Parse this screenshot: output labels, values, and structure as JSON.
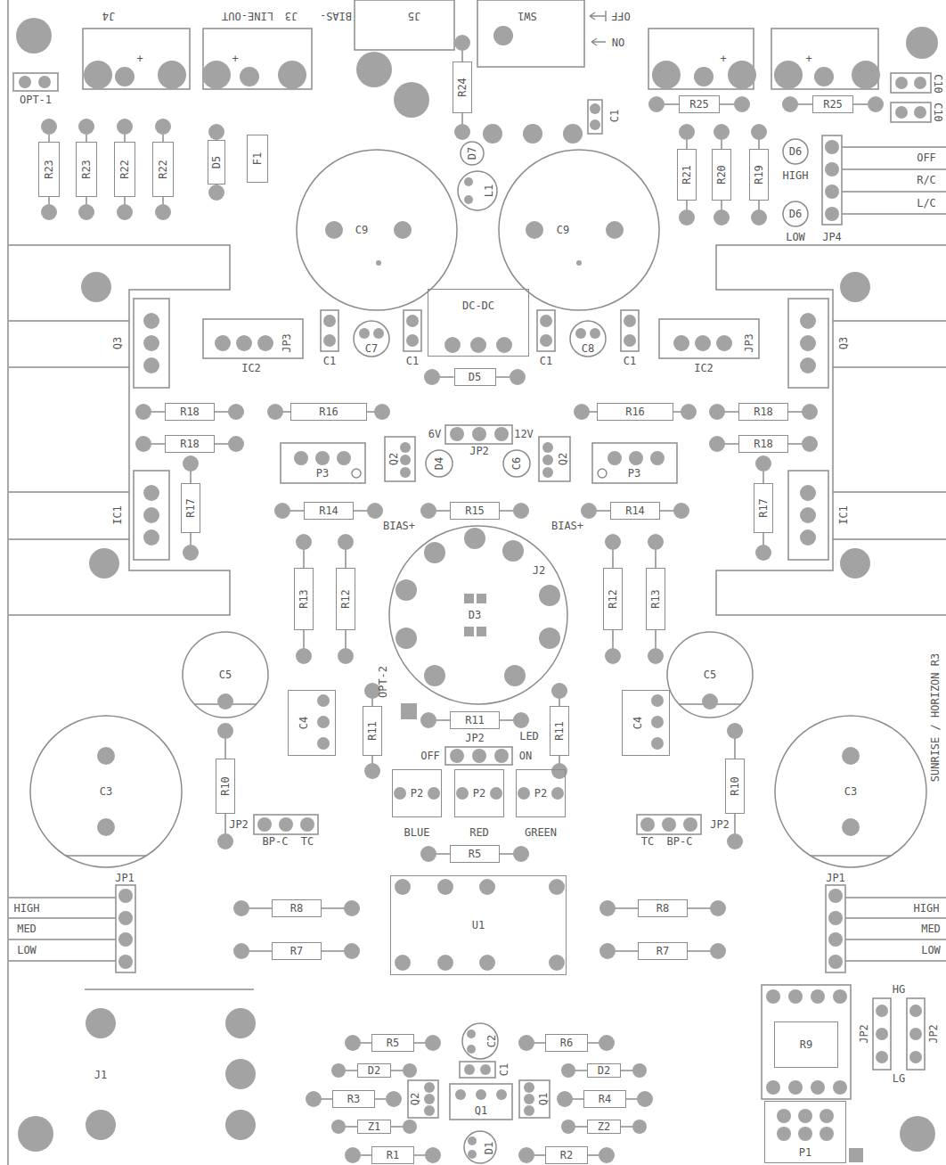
{
  "diagram": {
    "nodes": [
      {
        "text": [
          "R25"
        ]
      },
      {
        "text": [
          "R25"
        ]
      },
      {
        "text": [
          "R23"
        ]
      },
      {
        "text": [
          "R23"
        ]
      },
      {
        "text": [
          "R22"
        ]
      },
      {
        "text": [
          "R22"
        ]
      },
      {
        "text": [
          "D5"
        ]
      },
      {
        "text": [
          "F1"
        ]
      },
      {
        "text": [
          "R24"
        ]
      },
      {
        "text": [
          "R21"
        ]
      },
      {
        "text": [
          "R20"
        ]
      },
      {
        "text": [
          "R19"
        ]
      },
      {
        "text": [
          "DC-DC"
        ]
      },
      {
        "text": [
          "D5"
        ]
      },
      {
        "text": [
          "R18"
        ]
      },
      {
        "text": [
          "R16"
        ]
      },
      {
        "text": [
          "R16"
        ]
      },
      {
        "text": [
          "R18"
        ]
      },
      {
        "text": [
          "R18"
        ]
      },
      {
        "text": [
          "R18"
        ]
      },
      {
        "text": [
          "R17"
        ]
      },
      {
        "text": [
          "R14"
        ]
      },
      {
        "text": [
          "R15"
        ]
      },
      {
        "text": [
          "R14"
        ]
      },
      {
        "text": [
          "R17"
        ]
      },
      {
        "text": [
          "R13"
        ]
      },
      {
        "text": [
          "R12"
        ]
      },
      {
        "text": [
          "R12"
        ]
      },
      {
        "text": [
          "R13"
        ]
      },
      {
        "text": [
          "R11"
        ]
      },
      {
        "text": [
          "R11"
        ]
      },
      {
        "text": [
          "C4"
        ]
      },
      {
        "text": [
          "C4"
        ]
      },
      {
        "text": [
          "R11"
        ]
      },
      {
        "text": [
          "R10"
        ]
      },
      {
        "text": [
          "P2"
        ]
      },
      {
        "text": [
          "P2"
        ]
      },
      {
        "text": [
          "P2"
        ]
      },
      {
        "text": [
          "R10"
        ]
      },
      {
        "text": [
          "R5"
        ]
      },
      {
        "text": [
          "R8"
        ]
      },
      {
        "text": [
          "U1"
        ]
      },
      {
        "text": [
          "R8"
        ]
      },
      {
        "text": [
          "R7"
        ]
      },
      {
        "text": [
          "R7"
        ]
      },
      {
        "text": [
          "R5"
        ]
      },
      {
        "text": [
          "R6"
        ]
      },
      {
        "text": [
          "R9"
        ]
      },
      {
        "text": [
          "D2"
        ]
      },
      {
        "text": [
          "D2"
        ]
      },
      {
        "text": [
          "R3"
        ]
      },
      {
        "text": [
          "R4"
        ]
      },
      {
        "text": [
          "Z1"
        ]
      },
      {
        "text": [
          "Z2"
        ]
      },
      {
        "text": [
          "P1"
        ]
      },
      {
        "text": [
          "R1"
        ]
      },
      {
        "text": [
          "R2"
        ]
      }
    ],
    "labels": [
      "J4",
      "LINE-OUT",
      "J3",
      "BIAS-",
      "J5",
      "SW1",
      "OFF",
      "ON",
      "+",
      "+",
      "+",
      "+",
      "OPT-1",
      "C10",
      "C10",
      "C1",
      "D7",
      "L1",
      "C9",
      "C9",
      "D6",
      "HIGH",
      "D6",
      "LOW",
      "JP4",
      "OFF",
      "R/C",
      "L/C",
      "Q3",
      "JP3",
      "IC2",
      "C1",
      "C7",
      "C1",
      "C1",
      "C8",
      "C1",
      "IC2",
      "JP3",
      "Q3",
      "6V",
      "12V",
      "JP2",
      "Q2",
      "D4",
      "C6",
      "Q2",
      "P3",
      "P3",
      "IC1",
      "IC1",
      "BIAS+",
      "BIAS+",
      "J2",
      "D3",
      "C5",
      "C5",
      "OPT-2",
      "JP2",
      "LED",
      "OFF",
      "ON",
      "C3",
      "C3",
      "BLUE",
      "RED",
      "GREEN",
      "JP2",
      "BP-C",
      "TC",
      "TC",
      "BP-C",
      "JP2",
      "JP1",
      "HIGH",
      "MED",
      "LOW",
      "JP1",
      "HIGH",
      "MED",
      "LOW",
      "J1",
      "C2",
      "C1",
      "Q2",
      "Q1",
      "Q1",
      "D1",
      "JP2",
      "HG",
      "LG",
      "JP2",
      "SUNRISE / HORIZON R3"
    ]
  }
}
